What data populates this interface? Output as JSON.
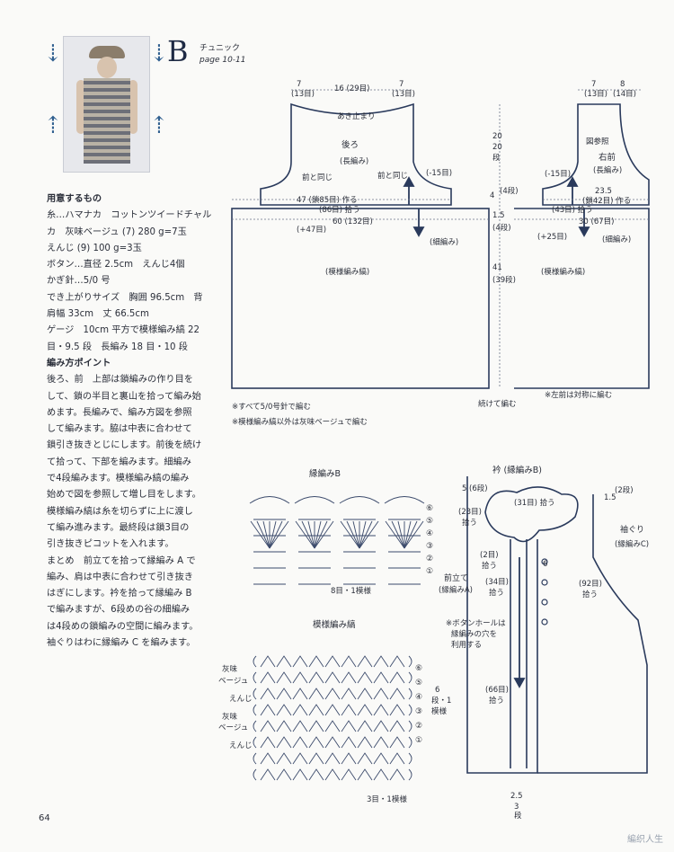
{
  "header": {
    "letter": "B",
    "subtitle": "チュニック",
    "page_ref": "page 10-11"
  },
  "instructions": [
    {
      "text": "用意するもの",
      "heading": true
    },
    {
      "text": "糸…ハマナカ　コットンツイードチャル",
      "heading": false
    },
    {
      "text": "カ　灰味ベージュ (7) 280 g=7玉",
      "heading": false
    },
    {
      "text": "えんじ (9) 100 g=3玉",
      "heading": false
    },
    {
      "text": "ボタン…直径 2.5cm　えんじ4個",
      "heading": false
    },
    {
      "text": "かぎ針…5/0 号",
      "heading": false
    },
    {
      "text": "でき上がりサイズ　胸囲 96.5cm　背",
      "heading": false
    },
    {
      "text": "肩幅 33cm　丈 66.5cm",
      "heading": false
    },
    {
      "text": "ゲージ　10cm 平方で模様編み縞 22",
      "heading": false
    },
    {
      "text": "目・9.5 段　長編み 18 目・10 段",
      "heading": false
    },
    {
      "text": "編み方ポイント",
      "heading": true
    },
    {
      "text": "後ろ、前　上部は鎖編みの作り目を",
      "heading": false
    },
    {
      "text": "して、鎖の半目と裏山を拾って編み始",
      "heading": false
    },
    {
      "text": "めます。長編みで、編み方図を参照",
      "heading": false
    },
    {
      "text": "して編みます。脇は中表に合わせて",
      "heading": false
    },
    {
      "text": "鎖引き抜きとじにします。前後を続け",
      "heading": false
    },
    {
      "text": "て拾って、下部を編みます。細編み",
      "heading": false
    },
    {
      "text": "で4段編みます。模様編み縞の編み",
      "heading": false
    },
    {
      "text": "始めで図を参照して増し目をします。",
      "heading": false
    },
    {
      "text": "模様編み縞は糸を切らずに上に渡し",
      "heading": false
    },
    {
      "text": "て編み進みます。最終段は鎖3目の",
      "heading": false
    },
    {
      "text": "引き抜きピコットを入れます。",
      "heading": false
    },
    {
      "text": "まとめ　前立てを拾って縁編み A で",
      "heading": false
    },
    {
      "text": "編み、肩は中表に合わせて引き抜き",
      "heading": false
    },
    {
      "text": "はぎにします。衿を拾って縁編み B",
      "heading": false
    },
    {
      "text": "で編みますが、6段めの谷の細編み",
      "heading": false
    },
    {
      "text": "は4段めの鎖編みの空間に編みます。",
      "heading": false
    },
    {
      "text": "袖ぐりはわに縁編み C を編みます。",
      "heading": false
    }
  ],
  "back": {
    "w1": "7",
    "w1s": "(13目)",
    "w2": "16 (29目)",
    "w3": "7",
    "w3s": "(13目)",
    "neck": "あき止まり",
    "title": "後ろ",
    "stitch": "(長編み)",
    "same_l": "前と同じ",
    "same_r": "前と同じ",
    "m15": "(-15目)",
    "m47": "47 (鎖85目) 作る",
    "m86": "(86目) 拾う",
    "m60": "60 (132目)",
    "p47": "(+47目)",
    "sc": "(細編み)",
    "pattern": "(模様編み縞)"
  },
  "mid": {
    "a": "20",
    "b": "20",
    "c": "段",
    "d": "4",
    "e": "(4段)",
    "f": "1.5",
    "g": "(4段)",
    "h": "41",
    "i": "(39段)",
    "cont": "続けて編む"
  },
  "front": {
    "w1": "7",
    "w1s": "(13目)",
    "w2": "8",
    "w2s": "(14目)",
    "ref": "図参照",
    "title": "右前",
    "stitch": "(長編み)",
    "m15": "(-15目)",
    "m235": "23.5",
    "m42": "(鎖42目) 作る",
    "m43": "(43目) 拾う",
    "m30": "30 (67目)",
    "p25": "(+25目)",
    "sc": "(細編み)",
    "pattern": "(模様編み縞)",
    "sym": "※左前は対称に編む"
  },
  "notes": [
    "※すべて5/0号針で編む",
    "※模様編み縞以外は灰味ベージュで編む"
  ],
  "edgeB": {
    "title": "縁編みB",
    "repeat": "8目・1模様",
    "rows": [
      "⑥",
      "⑤",
      "④",
      "③",
      "②",
      "①"
    ]
  },
  "stripe": {
    "title": "模様編み縞",
    "repeat": "3目・1模様",
    "c1": "灰味",
    "c1b": "ベージュ",
    "c2": "えんじ",
    "c3": "灰味",
    "c3b": "ベージュ",
    "c4": "えんじ",
    "side1": "6",
    "side2": "段・1",
    "side3": "模様",
    "rows": [
      "⑥",
      "⑤",
      "④",
      "③",
      "②",
      "①"
    ]
  },
  "collar": {
    "title": "衿 (縁編みB)",
    "r5": "5",
    "r5s": "(6段)",
    "r31": "(31目) 拾う",
    "r23": "(23目)",
    "r23b": "拾う",
    "r2": "(2目)",
    "r2b": "拾う",
    "front_band": "前立て",
    "front_band_s": "(縁編みA)",
    "r34": "(34目)",
    "r34b": "拾う",
    "note1": "※ボタンホールは",
    "note2": "縁編みの穴を",
    "note3": "利用する",
    "r66": "(66目)",
    "r66b": "拾う",
    "b25": "2.5",
    "b3": "3",
    "b3s": "段",
    "b6": "6",
    "r15": "1.5",
    "r15s": "(2段)",
    "sleeve": "袖ぐり",
    "sleeve_s": "(縁編みC)",
    "r92": "(92目)",
    "r92b": "拾う"
  },
  "footer": {
    "page_number": "64",
    "watermark": "編织人生"
  }
}
